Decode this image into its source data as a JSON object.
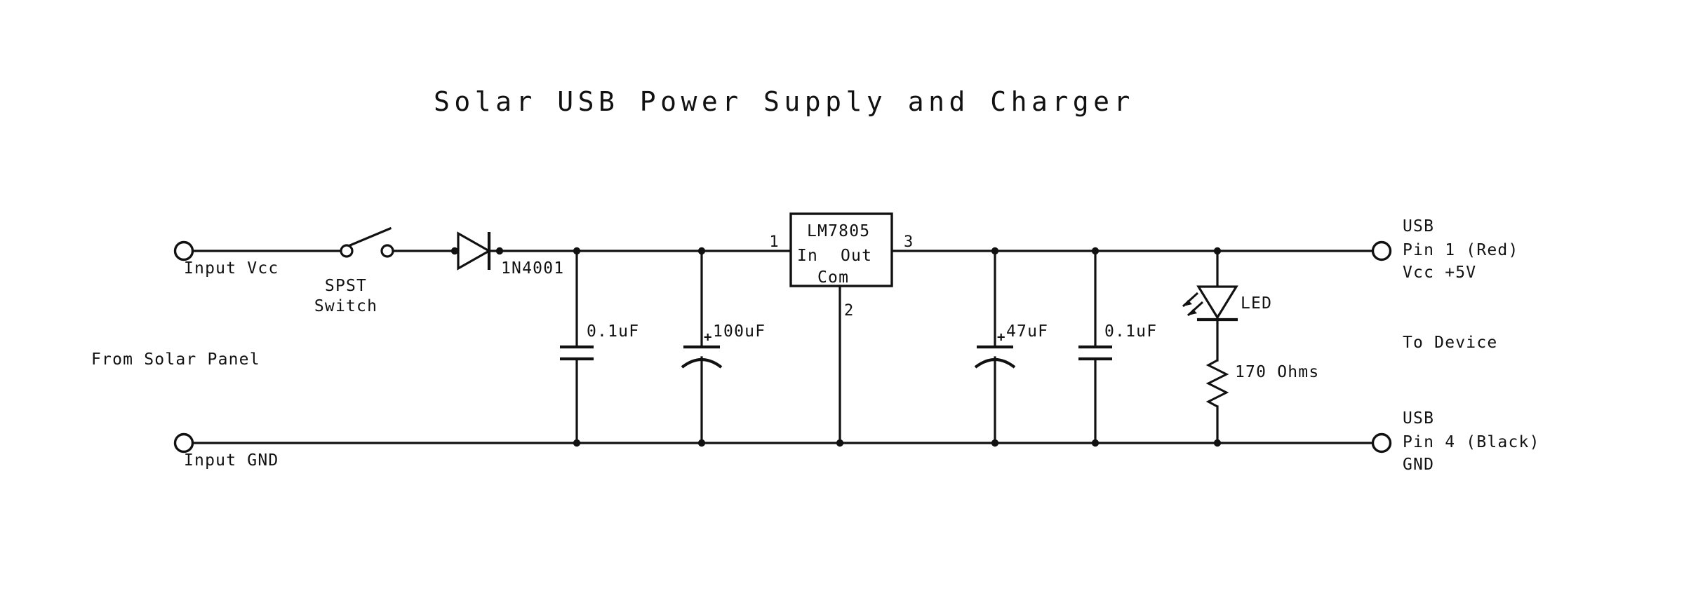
{
  "document": {
    "title": "Solar USB Power Supply and Charger",
    "background_color": "#ffffff",
    "ink_color": "#111111"
  },
  "annotations": {
    "source_note": "From Solar Panel",
    "load_note": "To Device"
  },
  "terminals": [
    {
      "id": "input-vcc",
      "label": "Input Vcc",
      "side": "left",
      "rail": "positive"
    },
    {
      "id": "input-gnd",
      "label": "Input GND",
      "side": "left",
      "rail": "ground"
    },
    {
      "id": "usb-pin1",
      "side": "right",
      "rail": "positive",
      "line1": "USB",
      "line2": "Pin 1 (Red)",
      "line3": "Vcc +5V"
    },
    {
      "id": "usb-pin4",
      "side": "right",
      "rail": "ground",
      "line1": "USB",
      "line2": "Pin 4 (Black)",
      "line3": "GND"
    }
  ],
  "components": {
    "switch": {
      "type": "SPST",
      "label_line1": "SPST",
      "label_line2": "Switch",
      "state": "open"
    },
    "diode": {
      "type": "rectifier-diode",
      "label": "1N4001"
    },
    "regulator": {
      "part": "LM7805",
      "pin_in_label": "In",
      "pin_out_label": "Out",
      "pin_com_label": "Com",
      "pin_in_number": "1",
      "pin_out_number": "3",
      "pin_com_number": "2"
    },
    "capacitors": [
      {
        "id": "c1",
        "label": "0.1uF",
        "polarized": false,
        "node": "input"
      },
      {
        "id": "c2",
        "label": "100uF",
        "polarized": true,
        "polarity_mark": "+",
        "node": "input"
      },
      {
        "id": "c3",
        "label": "47uF",
        "polarized": true,
        "polarity_mark": "+",
        "node": "output"
      },
      {
        "id": "c4",
        "label": "0.1uF",
        "polarized": false,
        "node": "output"
      }
    ],
    "led": {
      "label": "LED",
      "type": "light-emitting-diode"
    },
    "resistor": {
      "label": "170 Ohms",
      "value": "170",
      "unit": "Ohms"
    }
  }
}
